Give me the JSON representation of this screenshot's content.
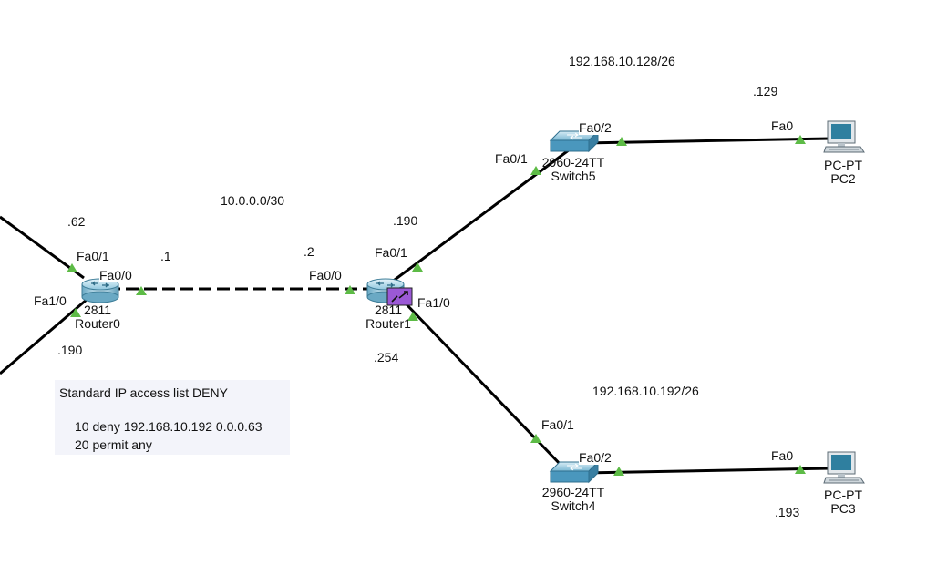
{
  "links": [
    {
      "from": "Router0-Fa0/0",
      "to": "Router1-Fa0/0",
      "style": "dashed"
    },
    {
      "from": "Router0-Fa0/1",
      "to": "offscreen",
      "style": "solid"
    },
    {
      "from": "Router0-Fa1/0",
      "to": "offscreen",
      "style": "solid"
    },
    {
      "from": "Router1-Fa0/1",
      "to": "Switch5-Fa0/1",
      "style": "solid"
    },
    {
      "from": "Router1-Fa1/0",
      "to": "Switch4-Fa0/1",
      "style": "solid"
    },
    {
      "from": "Switch5-Fa0/2",
      "to": "PC2-Fa0",
      "style": "solid"
    },
    {
      "from": "Switch4-Fa0/2",
      "to": "PC3-Fa0",
      "style": "solid"
    }
  ],
  "devices": {
    "router0": {
      "model": "2811",
      "name": "Router0"
    },
    "router1": {
      "model": "2811",
      "name": "Router1"
    },
    "switch5": {
      "model": "2960-24TT",
      "name": "Switch5"
    },
    "switch4": {
      "model": "2960-24TT",
      "name": "Switch4"
    },
    "pc2": {
      "model": "PC-PT",
      "name": "PC2"
    },
    "pc3": {
      "model": "PC-PT",
      "name": "PC3"
    }
  },
  "ports": {
    "r0_fa01": "Fa0/1",
    "r0_fa00": "Fa0/0",
    "r0_fa10": "Fa1/0",
    "r1_fa00": "Fa0/0",
    "r1_fa01": "Fa0/1",
    "r1_fa10": "Fa1/0",
    "sw5_fa01": "Fa0/1",
    "sw5_fa02": "Fa0/2",
    "sw4_fa01": "Fa0/1",
    "sw4_fa02": "Fa0/2",
    "pc2_fa0": "Fa0",
    "pc3_fa0": "Fa0"
  },
  "subnets": {
    "wan": "10.0.0.0/30",
    "lan_top": "192.168.10.128/26",
    "lan_bottom": "192.168.10.192/26"
  },
  "addresses": {
    "r0_fa01": ".62",
    "r0_fa10": ".190",
    "r0_fa00": ".1",
    "r1_fa00": ".2",
    "r1_fa01": ".190",
    "r1_fa10": ".254",
    "pc2": ".129",
    "pc3": ".193"
  },
  "acl_note": {
    "title": "Standard IP access list DENY",
    "line1": "10 deny 192.168.10.192 0.0.0.63",
    "line2": "20 permit any"
  },
  "colors": {
    "link": "#000000",
    "port_up": "#5dbb46",
    "router_body": "#8fc7de",
    "switch_body": "#4a97bd",
    "pc_screen": "#2f7f9f",
    "firewall_module": "#9b59d6"
  }
}
